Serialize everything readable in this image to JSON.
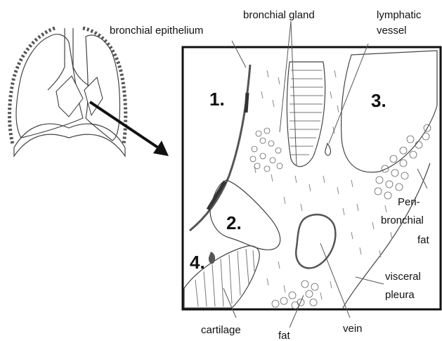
{
  "labels": {
    "bronchial_epithelium": "bronchial epithelium",
    "bronchial_gland": "bronchial gland",
    "lymphatic_line1": "lymphatic",
    "lymphatic_line2": "vessel",
    "peri_line1": "Peri-",
    "peri_line2": "bronchial",
    "peri_line3": "fat",
    "visceral_line1": "visceral",
    "visceral_line2": "pleura",
    "cartilage": "cartilage",
    "fat": "fat",
    "vein": "vein"
  },
  "regions": [
    "1.",
    "2.",
    "3.",
    "4."
  ],
  "colors": {
    "tissue_fill": "#e6e6e6",
    "frame": "#111111",
    "line": "#444444"
  }
}
